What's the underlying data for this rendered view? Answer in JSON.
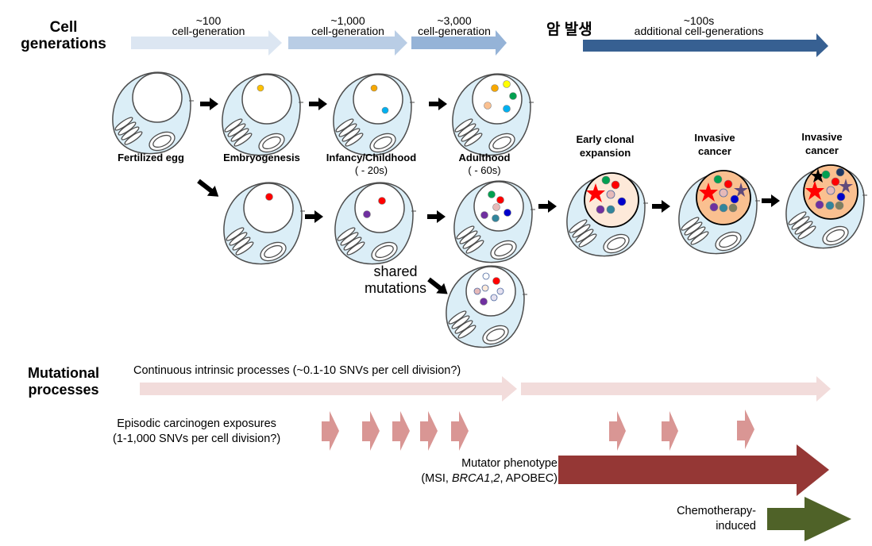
{
  "sections": {
    "cell_generations": "Cell\ngenerations",
    "cell_generations_l1": "Cell",
    "cell_generations_l2": "generations",
    "mutational_processes_l1": "Mutational",
    "mutational_processes_l2": "processes"
  },
  "generation_arrows": [
    {
      "count": "~100",
      "label": "cell-generation",
      "color": "#dce6f2"
    },
    {
      "count": "~1,000",
      "label": "cell-generation",
      "color": "#b9cde5"
    },
    {
      "count": "~3,000",
      "label": "cell-generation",
      "color": "#95b3d7"
    },
    {
      "count": "~100s",
      "label": "additional cell-generations",
      "color": "#376092"
    }
  ],
  "korean_label": "암 발생",
  "stages": {
    "fertilized_egg": "Fertilized egg",
    "embryogenesis": "Embryogenesis",
    "infancy": "Infancy/Childhood",
    "infancy_age": "( - 20s)",
    "adulthood": "Adulthood",
    "adulthood_age": "( - 60s)",
    "early_clonal_l1": "Early clonal",
    "early_clonal_l2": "expansion",
    "invasive1_l1": "Invasive",
    "invasive1_l2": "cancer",
    "invasive2_l1": "Invasive",
    "invasive2_l2": "cancer"
  },
  "shared_mutations_l1": "shared",
  "shared_mutations_l2": "mutations",
  "processes": {
    "continuous": {
      "label": "Continuous intrinsic processes (~0.1-10 SNVs per cell division?)",
      "color": "#f2dcdb"
    },
    "episodic": {
      "label_l1": "Episodic carcinogen exposures",
      "label_l2": "(1-1,000 SNVs per cell division?)",
      "color": "#d99694"
    },
    "mutator": {
      "label_l1": "Mutator phenotype",
      "label_l2_pre": "(MSI, ",
      "label_l2_italic": "BRCA1",
      "label_l2_mid": ",",
      "label_l2_italic2": "2",
      "label_l2_post": ", APOBEC)",
      "color": "#953735"
    },
    "chemo": {
      "label_l1": "Chemotherapy-",
      "label_l2": "induced",
      "color": "#4f6228"
    }
  },
  "colors": {
    "cytoplasm": "#dbeef7",
    "cell_outline": "#4d4d4d",
    "nucleus_normal": "#ffffff",
    "nucleus_early": "#fde9d9",
    "nucleus_invasive": "#fac090"
  }
}
